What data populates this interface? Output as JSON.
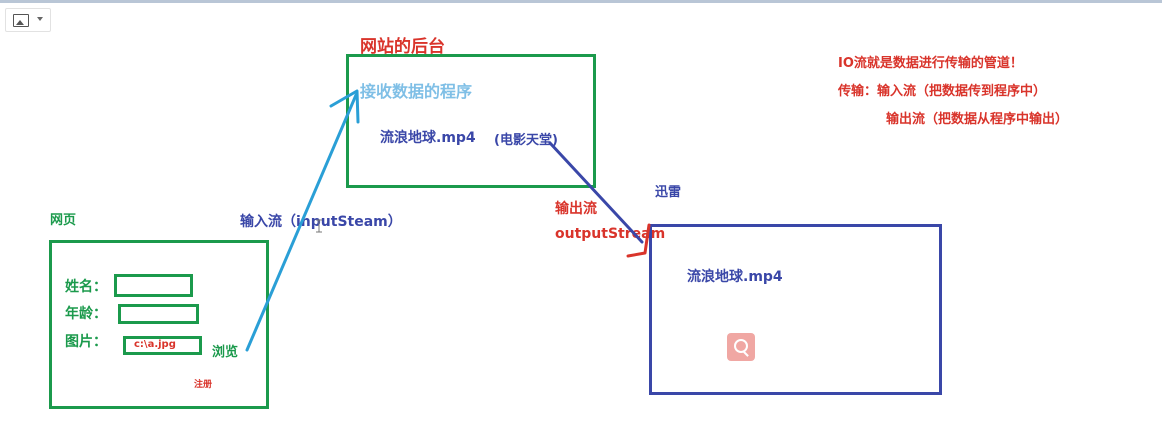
{
  "backend": {
    "title": "网站的后台",
    "program_label": "接收数据的程序",
    "file": "流浪地球.mp4",
    "source": "(电影天堂)"
  },
  "note": {
    "line1": "IO流就是数据进行传输的管道！",
    "line2": "传输：输入流（把数据传到程序中）",
    "line3": "输出流（把数据从程序中输出）"
  },
  "webpage": {
    "title": "网页",
    "name_label": "姓名：",
    "age_label": "年龄：",
    "image_label": "图片：",
    "image_value": "c:\\a.jpg",
    "browse": "浏览",
    "register": "注册"
  },
  "input_stream_label": "输入流（inputSteam）",
  "output_stream": {
    "cn": "输出流",
    "en": "outputStream"
  },
  "xunlei": {
    "title": "迅雷",
    "file": "流浪地球.mp4"
  },
  "colors": {
    "green": "#1b9a4c",
    "blue": "#3a47a8",
    "light_blue": "#2a9fd6",
    "red": "#d9342b"
  }
}
